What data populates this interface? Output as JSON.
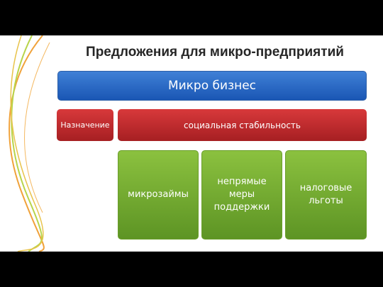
{
  "title": "Предложения для микро-предприятий",
  "top_box": "Микро бизнес",
  "purpose_label": "Назначение",
  "purpose_value": "социальная стабильность",
  "items": [
    "микрозаймы",
    "непрямые меры поддержки",
    "налоговые льготы"
  ],
  "colors": {
    "blue": "#2a66c4",
    "red": "#c22e31",
    "green": "#76ab30",
    "deco_orange": "#f0a23a",
    "deco_green": "#b8d44a"
  }
}
